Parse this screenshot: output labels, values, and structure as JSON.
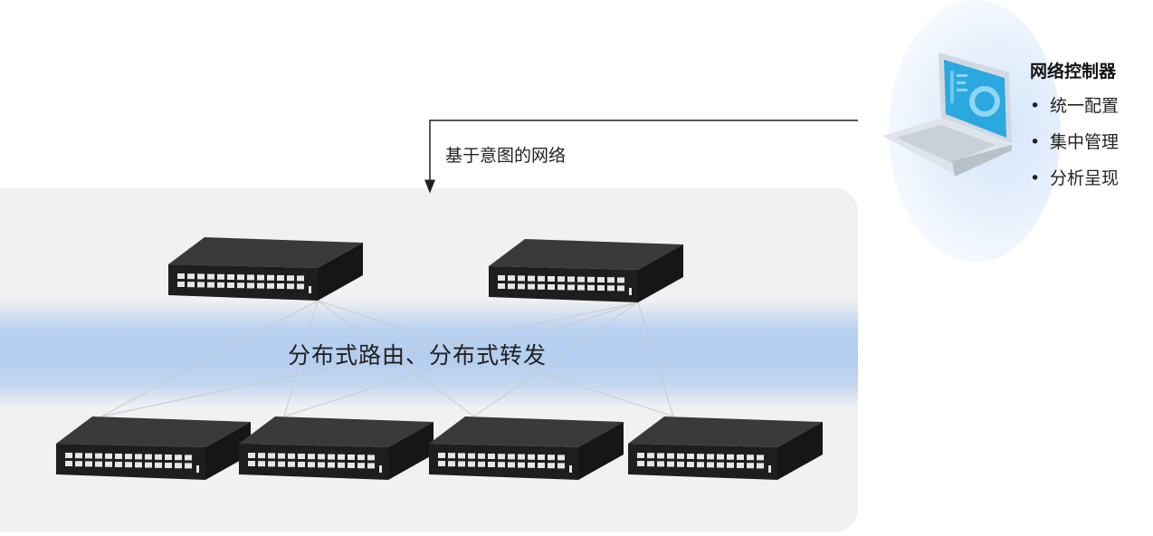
{
  "intent_arrow": {
    "label": "基于意图的网络"
  },
  "controller": {
    "title": "网络控制器",
    "features": [
      "统一配置",
      "集中管理",
      "分析呈现"
    ],
    "bullet": "•"
  },
  "fabric": {
    "label": "分布式路由、分布式转发"
  },
  "switches": {
    "spine": [
      "spine-switch-1",
      "spine-switch-2"
    ],
    "leaf": [
      "leaf-switch-1",
      "leaf-switch-2",
      "leaf-switch-3",
      "leaf-switch-4"
    ]
  },
  "colors": {
    "panel": "#f1f1f2",
    "band": "#b0ccf0",
    "switch_top": "#3a3a3a",
    "switch_front": "#1e1e1e",
    "screen": "#2aa8df"
  }
}
